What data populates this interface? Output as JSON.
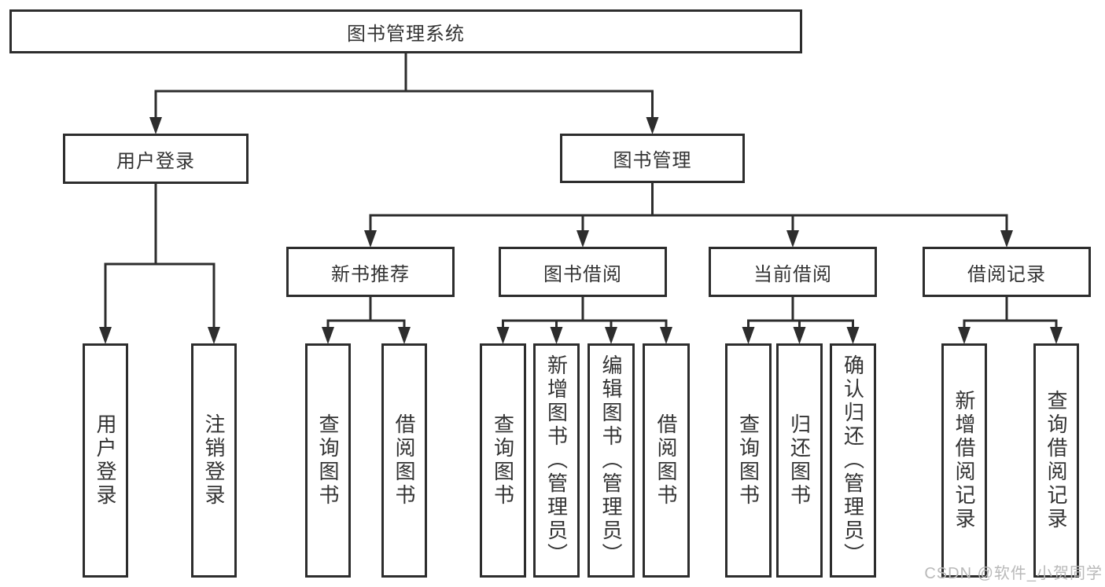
{
  "diagram": {
    "title": "图书管理系统",
    "nodes": [
      {
        "id": "root",
        "label": "图书管理系统",
        "level": 0,
        "orientation": "horizontal"
      },
      {
        "id": "user-login",
        "label": "用户登录",
        "level": 1,
        "orientation": "horizontal"
      },
      {
        "id": "book-mgmt",
        "label": "图书管理",
        "level": 1,
        "orientation": "horizontal"
      },
      {
        "id": "new-book-rec",
        "label": "新书推荐",
        "level": 2,
        "orientation": "horizontal"
      },
      {
        "id": "book-borrow",
        "label": "图书借阅",
        "level": 2,
        "orientation": "horizontal"
      },
      {
        "id": "current-borrow",
        "label": "当前借阅",
        "level": 2,
        "orientation": "horizontal"
      },
      {
        "id": "borrow-record",
        "label": "借阅记录",
        "level": 2,
        "orientation": "horizontal"
      },
      {
        "id": "leaf-user-login",
        "label": "用户登录",
        "level": 3,
        "orientation": "vertical"
      },
      {
        "id": "leaf-logout",
        "label": "注销登录",
        "level": 3,
        "orientation": "vertical"
      },
      {
        "id": "nb-query",
        "label": "查询图书",
        "level": 3,
        "orientation": "vertical"
      },
      {
        "id": "nb-borrow",
        "label": "借阅图书",
        "level": 3,
        "orientation": "vertical"
      },
      {
        "id": "bb-query",
        "label": "查询图书",
        "level": 3,
        "orientation": "vertical"
      },
      {
        "id": "bb-add",
        "label": "新增图书（管理员）",
        "level": 3,
        "orientation": "vertical"
      },
      {
        "id": "bb-edit",
        "label": "编辑图书（管理员）",
        "level": 3,
        "orientation": "vertical"
      },
      {
        "id": "bb-borrow",
        "label": "借阅图书",
        "level": 3,
        "orientation": "vertical"
      },
      {
        "id": "cb-query",
        "label": "查询图书",
        "level": 3,
        "orientation": "vertical"
      },
      {
        "id": "cb-return",
        "label": "归还图书",
        "level": 3,
        "orientation": "vertical"
      },
      {
        "id": "cb-confirm",
        "label": "确认归还（管理员）",
        "level": 3,
        "orientation": "vertical"
      },
      {
        "id": "br-add",
        "label": "新增借阅记录",
        "level": 3,
        "orientation": "vertical"
      },
      {
        "id": "br-query",
        "label": "查询借阅记录",
        "level": 3,
        "orientation": "vertical"
      }
    ],
    "edges": [
      {
        "parent": "root",
        "children": [
          "user-login",
          "book-mgmt"
        ]
      },
      {
        "parent": "user-login",
        "children": [
          "leaf-user-login",
          "leaf-logout"
        ]
      },
      {
        "parent": "book-mgmt",
        "children": [
          "new-book-rec",
          "book-borrow",
          "current-borrow",
          "borrow-record"
        ]
      },
      {
        "parent": "new-book-rec",
        "children": [
          "nb-query",
          "nb-borrow"
        ]
      },
      {
        "parent": "book-borrow",
        "children": [
          "bb-query",
          "bb-add",
          "bb-edit",
          "bb-borrow"
        ]
      },
      {
        "parent": "current-borrow",
        "children": [
          "cb-query",
          "cb-return",
          "cb-confirm"
        ]
      },
      {
        "parent": "borrow-record",
        "children": [
          "br-add",
          "br-query"
        ]
      }
    ]
  },
  "watermark": {
    "text": "CSDN @软件_小贺同学"
  },
  "colors": {
    "line": "#2d2d2d",
    "border": "#2d2d2d",
    "text": "#333333",
    "background": "#ffffff",
    "watermark": "#b9b9b9"
  }
}
